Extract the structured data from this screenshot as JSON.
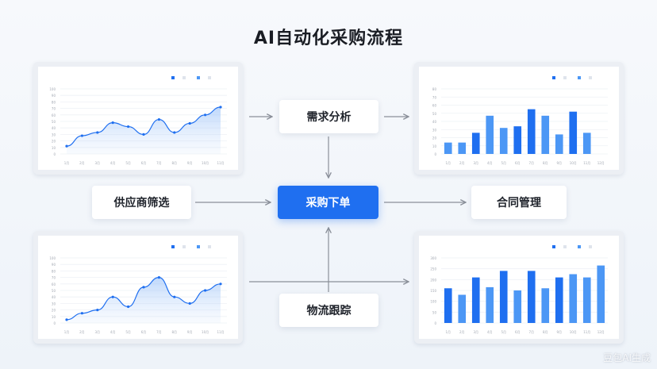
{
  "title": "AI自动化采购流程",
  "nodes": {
    "demand": "需求分析",
    "supplier": "供应商筛选",
    "order": "采购下单",
    "contract": "合同管理",
    "logistics": "物流跟踪"
  },
  "watermark": "豆包AI生成",
  "colors": {
    "primary": "#1f6ff0",
    "light": "#4c97f5",
    "arrow": "#8a8f99"
  },
  "chart_data": [
    {
      "type": "area",
      "ylim": [
        0,
        100
      ],
      "yticks": [
        0,
        10,
        20,
        30,
        40,
        50,
        60,
        70,
        80,
        90,
        100
      ],
      "categories": [
        "1月",
        "2月",
        "3月",
        "4月",
        "5月",
        "6月",
        "7月",
        "8月",
        "9月",
        "10月",
        "11月"
      ],
      "series": [
        {
          "values": [
            12,
            28,
            33,
            48,
            42,
            30,
            53,
            33,
            47,
            60,
            72
          ],
          "color": "#1f6ff0"
        }
      ]
    },
    {
      "type": "bar",
      "ylim": [
        0,
        80
      ],
      "yticks": [
        0,
        10,
        20,
        30,
        40,
        50,
        60,
        70,
        80
      ],
      "categories": [
        "1月",
        "2月",
        "3月",
        "4月",
        "5月",
        "6月",
        "7月",
        "8月",
        "9月",
        "10月",
        "11月",
        "12月"
      ],
      "values": [
        14,
        14,
        26,
        47,
        32,
        34,
        55,
        47,
        24,
        52,
        26,
        0
      ],
      "colors": [
        "#4c97f5",
        "#4c97f5",
        "#1f6ff0",
        "#4c97f5",
        "#4c97f5",
        "#1f6ff0",
        "#1f6ff0",
        "#4c97f5",
        "#4c97f5",
        "#1f6ff0",
        "#4c97f5",
        "#4c97f5"
      ]
    },
    {
      "type": "area",
      "ylim": [
        0,
        100
      ],
      "yticks": [
        0,
        10,
        20,
        30,
        40,
        50,
        60,
        70,
        80,
        90,
        100
      ],
      "categories": [
        "1月",
        "2月",
        "3月",
        "4月",
        "5月",
        "6月",
        "7月",
        "8月",
        "9月",
        "10月",
        "11月"
      ],
      "series": [
        {
          "values": [
            5,
            15,
            20,
            40,
            25,
            55,
            70,
            40,
            30,
            50,
            60
          ],
          "color": "#1f6ff0"
        }
      ]
    },
    {
      "type": "bar",
      "ylim": [
        0,
        300
      ],
      "yticks": [
        0,
        50,
        100,
        150,
        200,
        250,
        300
      ],
      "categories": [
        "1月",
        "2月",
        "3月",
        "4月",
        "5月",
        "6月",
        "7月",
        "8月",
        "9月",
        "10月",
        "11月",
        "12月"
      ],
      "values": [
        160,
        130,
        210,
        165,
        240,
        150,
        240,
        160,
        210,
        225,
        210,
        265
      ],
      "colors": [
        "#1f6ff0",
        "#4c97f5",
        "#1f6ff0",
        "#4c97f5",
        "#1f6ff0",
        "#4c97f5",
        "#1f6ff0",
        "#4c97f5",
        "#1f6ff0",
        "#4c97f5",
        "#4c97f5",
        "#4c97f5"
      ]
    }
  ]
}
